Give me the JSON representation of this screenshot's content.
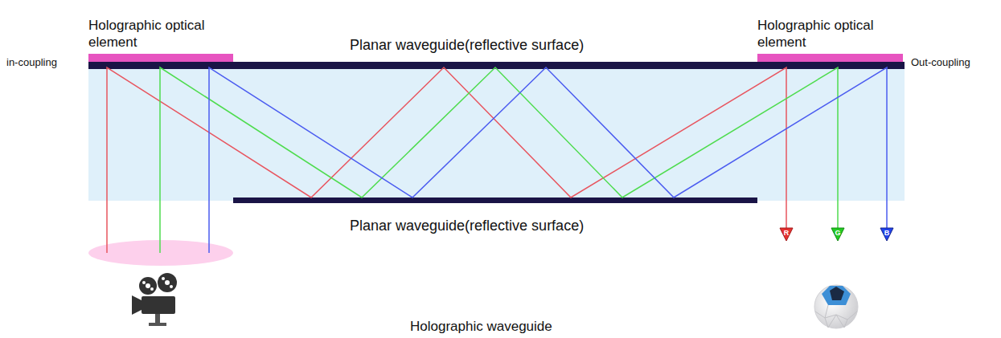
{
  "diagram": {
    "nodes": [
      {
        "text": [
          "Holographic optical element"
        ]
      },
      {
        "text": [
          "Holographic optical element"
        ]
      }
    ],
    "labels": [
      "in-coupling",
      "Planar waveguide(reflective surface)",
      "Out-coupling",
      "Planar waveguide(reflective surface)",
      "R",
      "G",
      "B",
      "Holographic waveguide"
    ]
  }
}
